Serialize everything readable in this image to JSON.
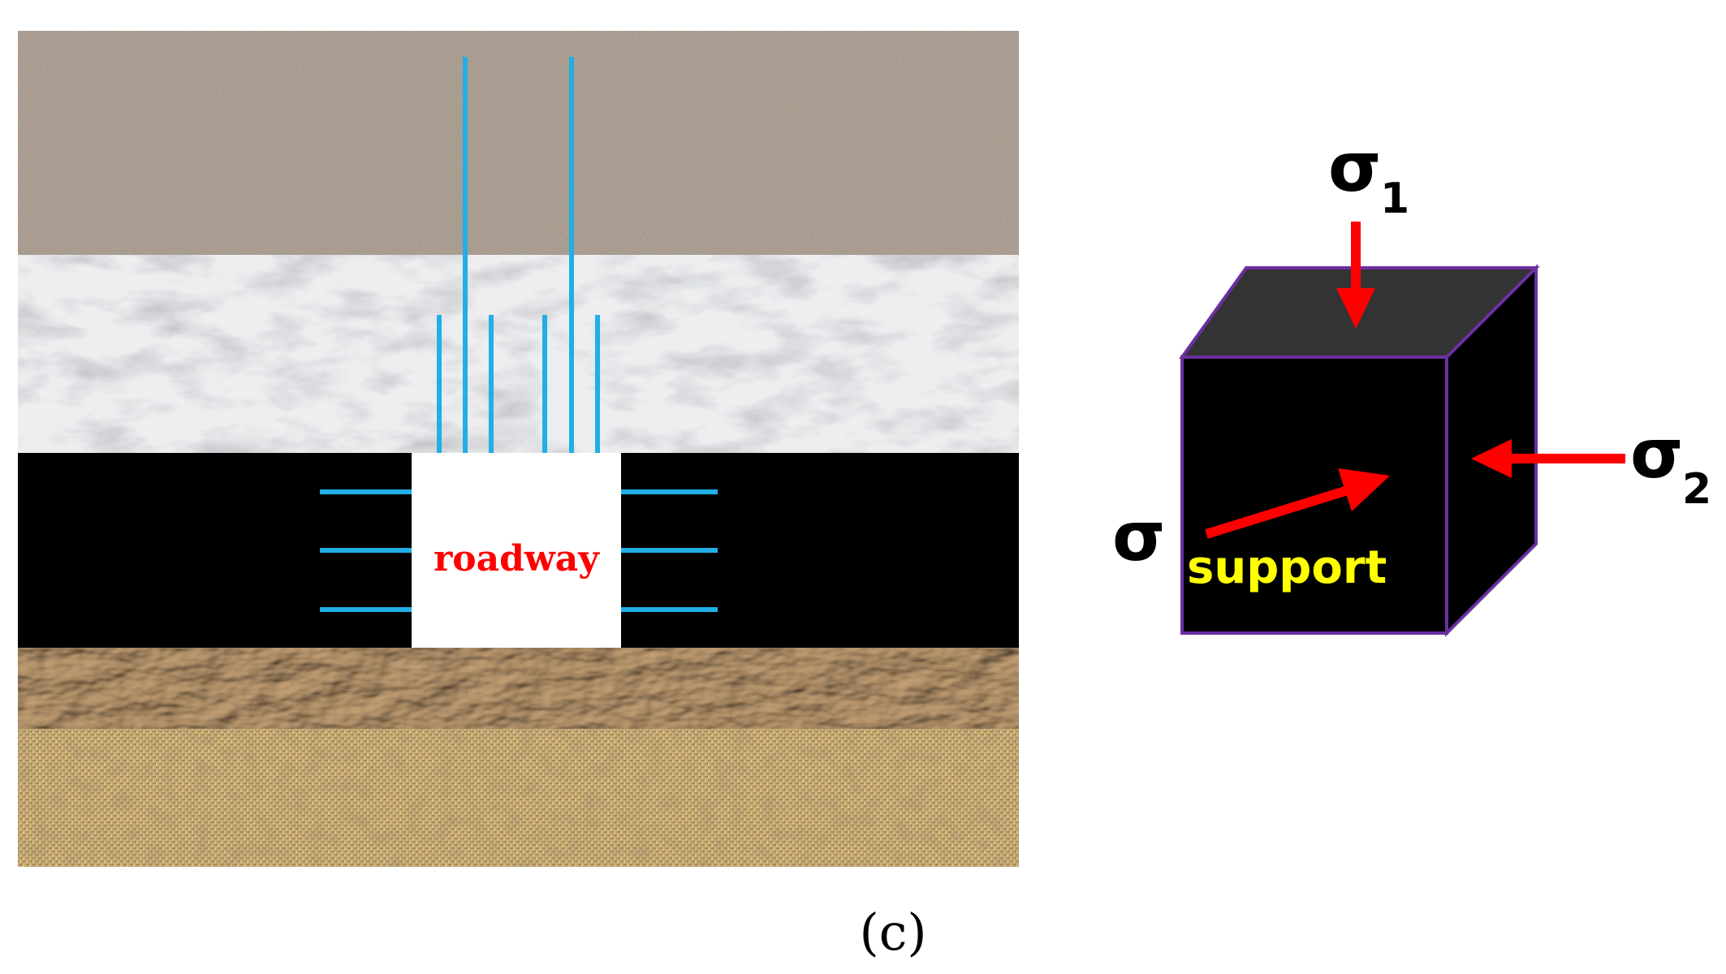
{
  "strata": {
    "roadway_label": "roadway"
  },
  "stress_cube": {
    "sigma1_symbol": "σ",
    "sigma1_subscript": "1",
    "sigma2_symbol": "σ",
    "sigma2_subscript": "2",
    "sigma_support_symbol": "σ",
    "support_label": "support"
  },
  "caption": "(c)",
  "colors": {
    "bolt": "#22aee6",
    "arrow": "#ff0000",
    "cube_edge": "#6b2fa0",
    "cube_top": "#333333",
    "cube_face": "#000000",
    "coal_seam": "#000000",
    "roadway_text": "#ff0000",
    "support_text": "#ffff00"
  }
}
